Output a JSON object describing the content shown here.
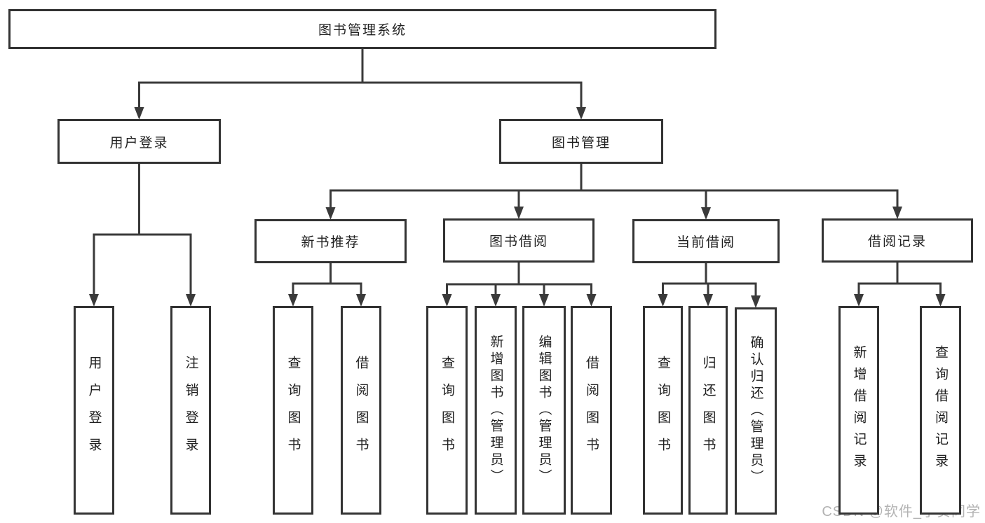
{
  "diagram": {
    "title": "图书管理系统",
    "watermark": "CSDN @软件_小贺同学",
    "colors": {
      "line": "#3a3a3a",
      "box_border": "#333333",
      "box_fill": "#ffffff",
      "text": "#1f1f1f",
      "watermark": "#b3b3b3"
    },
    "nodes": [
      {
        "id": "root",
        "label": "图书管理系统",
        "parent": null,
        "text_direction": "horizontal"
      },
      {
        "id": "user-login",
        "label": "用户登录",
        "parent": "root",
        "text_direction": "horizontal"
      },
      {
        "id": "book-mgmt",
        "label": "图书管理",
        "parent": "root",
        "text_direction": "horizontal"
      },
      {
        "id": "new-book-rec",
        "label": "新书推荐",
        "parent": "book-mgmt",
        "text_direction": "horizontal"
      },
      {
        "id": "book-borrow",
        "label": "图书借阅",
        "parent": "book-mgmt",
        "text_direction": "horizontal"
      },
      {
        "id": "current-borrow",
        "label": "当前借阅",
        "parent": "book-mgmt",
        "text_direction": "horizontal"
      },
      {
        "id": "borrow-record",
        "label": "借阅记录",
        "parent": "book-mgmt",
        "text_direction": "horizontal"
      },
      {
        "id": "login-do",
        "label": "用户登录",
        "parent": "user-login",
        "text_direction": "vertical"
      },
      {
        "id": "logout",
        "label": "注销登录",
        "parent": "user-login",
        "text_direction": "vertical"
      },
      {
        "id": "rec-query",
        "label": "查询图书",
        "parent": "new-book-rec",
        "text_direction": "vertical"
      },
      {
        "id": "rec-borrow",
        "label": "借阅图书",
        "parent": "new-book-rec",
        "text_direction": "vertical"
      },
      {
        "id": "bb-query",
        "label": "查询图书",
        "parent": "book-borrow",
        "text_direction": "vertical"
      },
      {
        "id": "bb-add",
        "label": "新增图书（管理员）",
        "parent": "book-borrow",
        "text_direction": "vertical"
      },
      {
        "id": "bb-edit",
        "label": "编辑图书（管理员）",
        "parent": "book-borrow",
        "text_direction": "vertical"
      },
      {
        "id": "bb-borrow",
        "label": "借阅图书",
        "parent": "book-borrow",
        "text_direction": "vertical"
      },
      {
        "id": "cb-query",
        "label": "查询图书",
        "parent": "current-borrow",
        "text_direction": "vertical"
      },
      {
        "id": "cb-return",
        "label": "归还图书",
        "parent": "current-borrow",
        "text_direction": "vertical"
      },
      {
        "id": "cb-confirm",
        "label": "确认归还（管理员）",
        "parent": "current-borrow",
        "text_direction": "vertical"
      },
      {
        "id": "br-add",
        "label": "新增借阅记录",
        "parent": "borrow-record",
        "text_direction": "vertical"
      },
      {
        "id": "br-query",
        "label": "查询借阅记录",
        "parent": "borrow-record",
        "text_direction": "vertical"
      }
    ]
  }
}
